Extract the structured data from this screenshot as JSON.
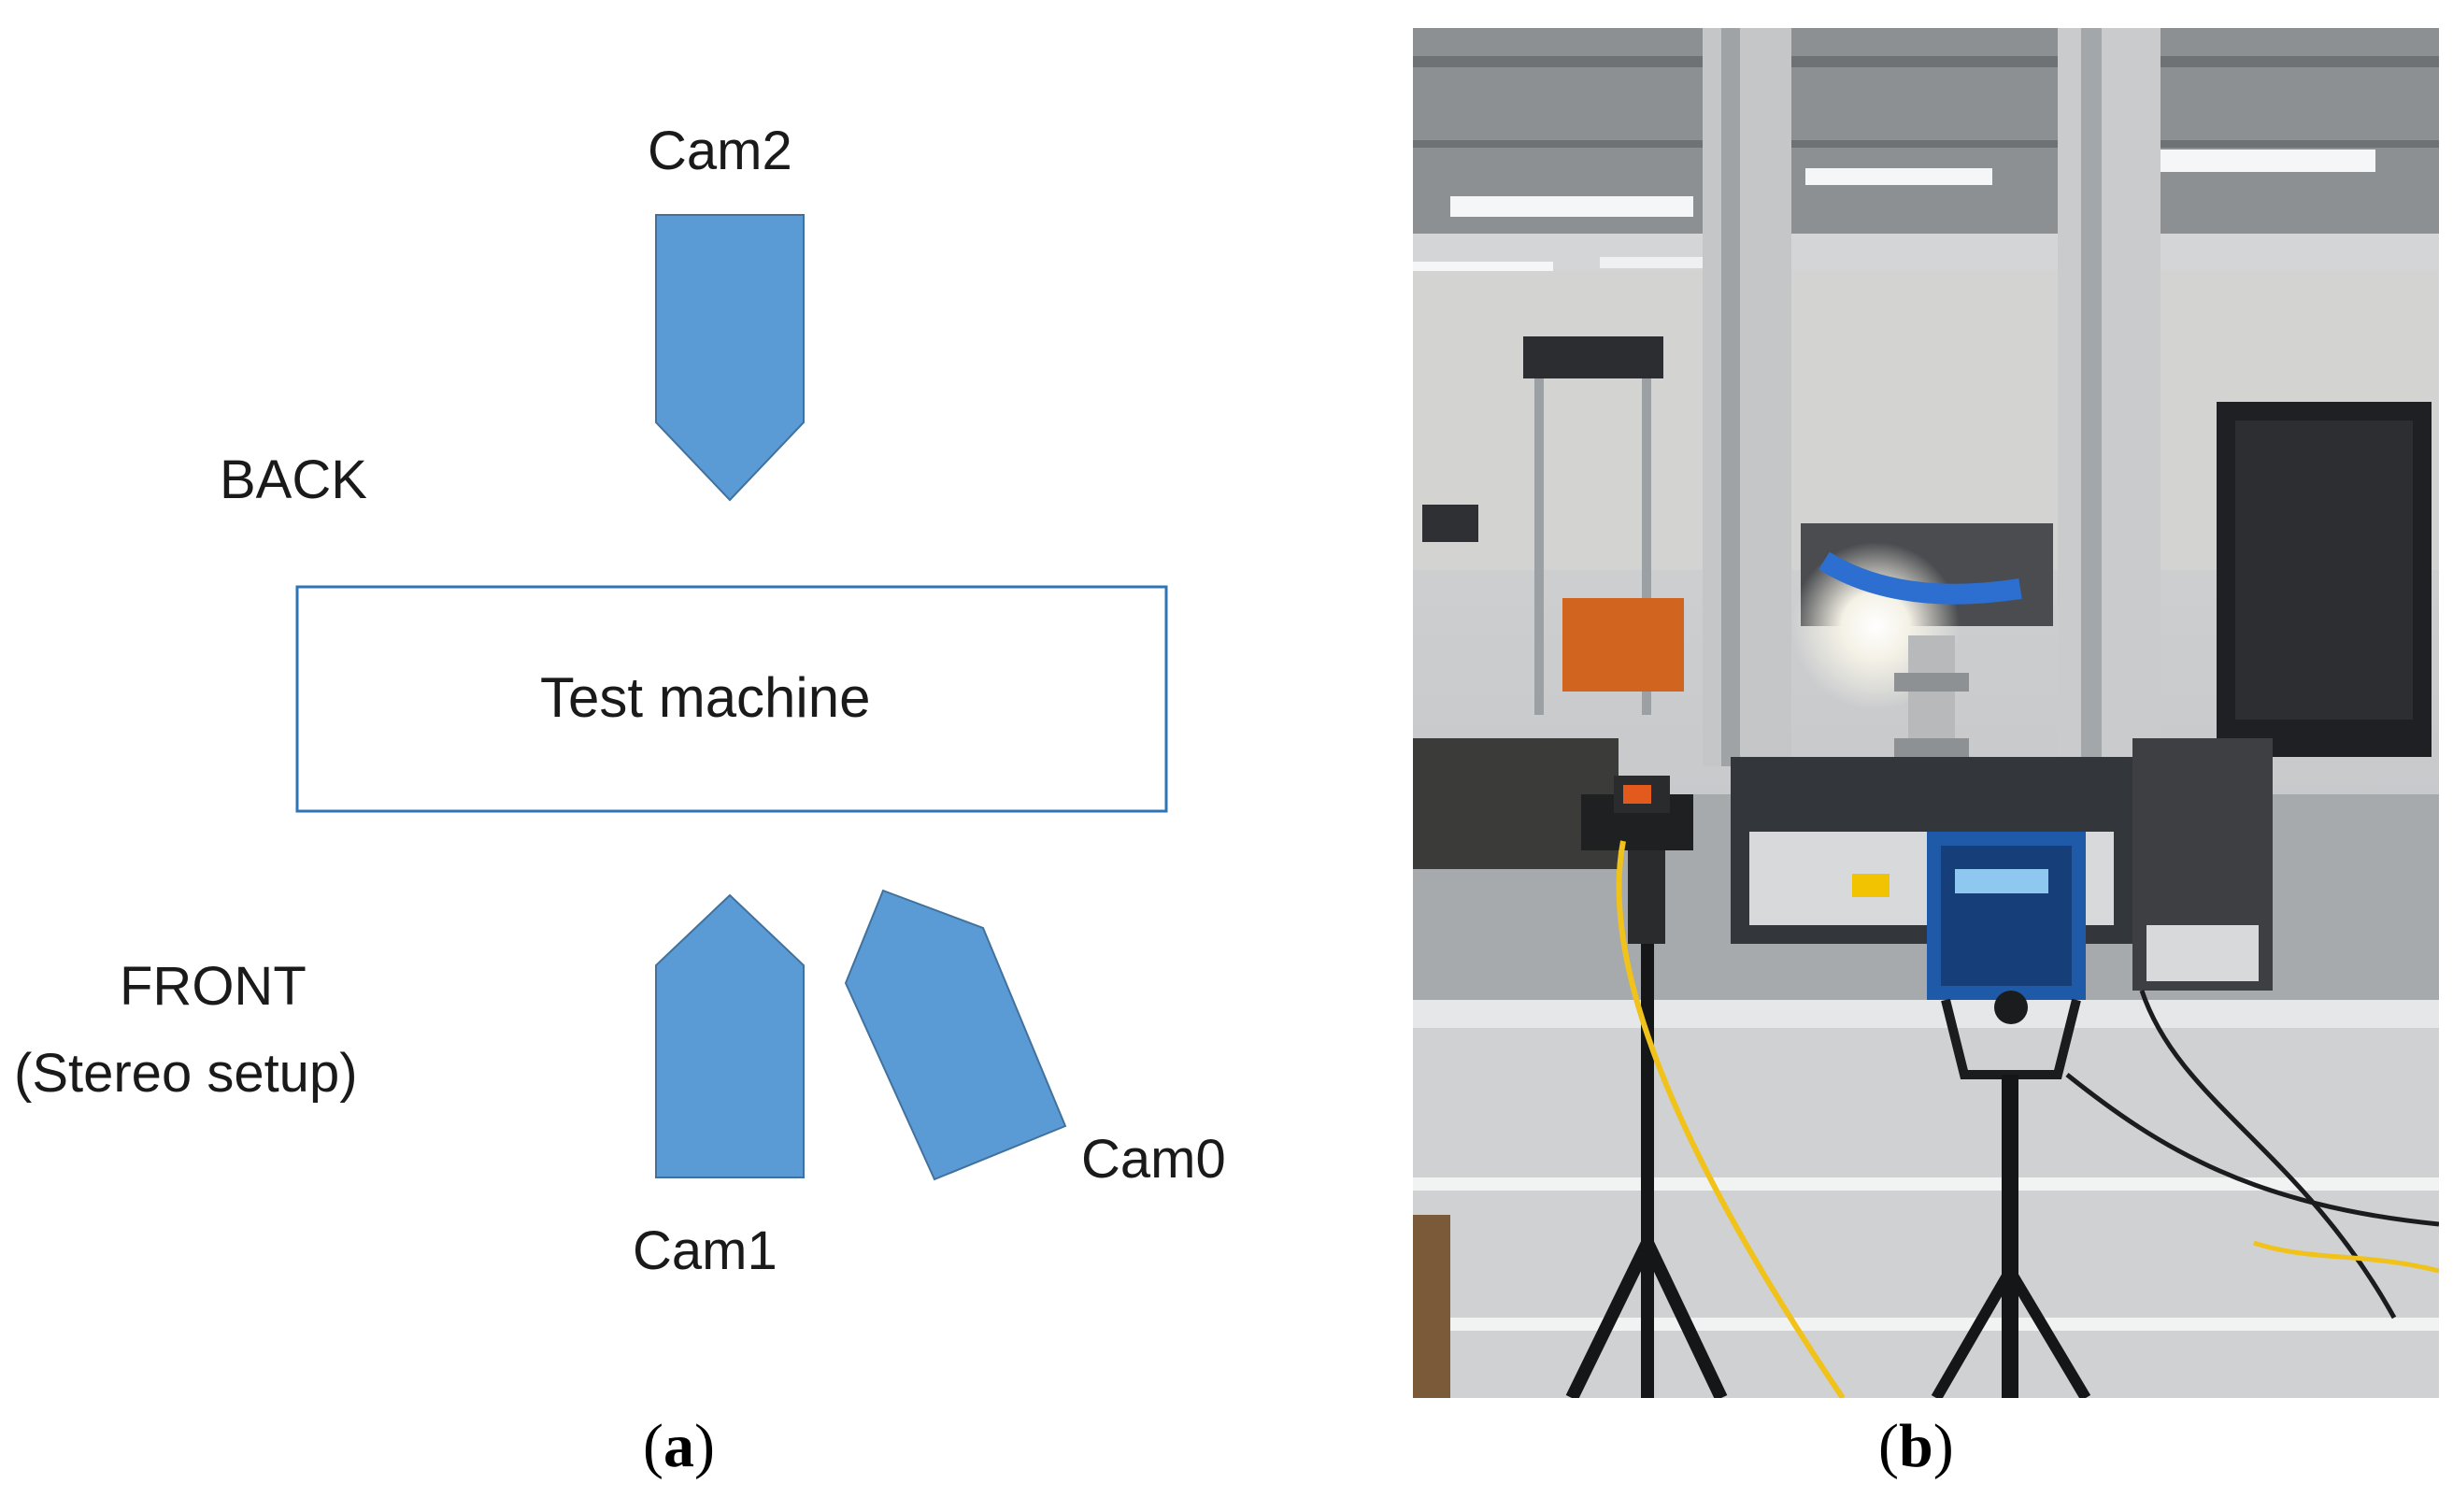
{
  "panel_a": {
    "back_label": "BACK",
    "front_label": "FRONT",
    "front_sublabel": "(Stereo setup)",
    "machine_label": "Test machine",
    "cameras": [
      {
        "id": "cam2",
        "label": "Cam2"
      },
      {
        "id": "cam1",
        "label": "Cam1"
      },
      {
        "id": "cam0",
        "label": "Cam0"
      }
    ],
    "colors": {
      "camera_fill": "#5b9bd5",
      "camera_stroke": "#41719c",
      "machine_stroke": "#2e75b6"
    }
  },
  "captions": {
    "a": "a",
    "b": "b"
  }
}
